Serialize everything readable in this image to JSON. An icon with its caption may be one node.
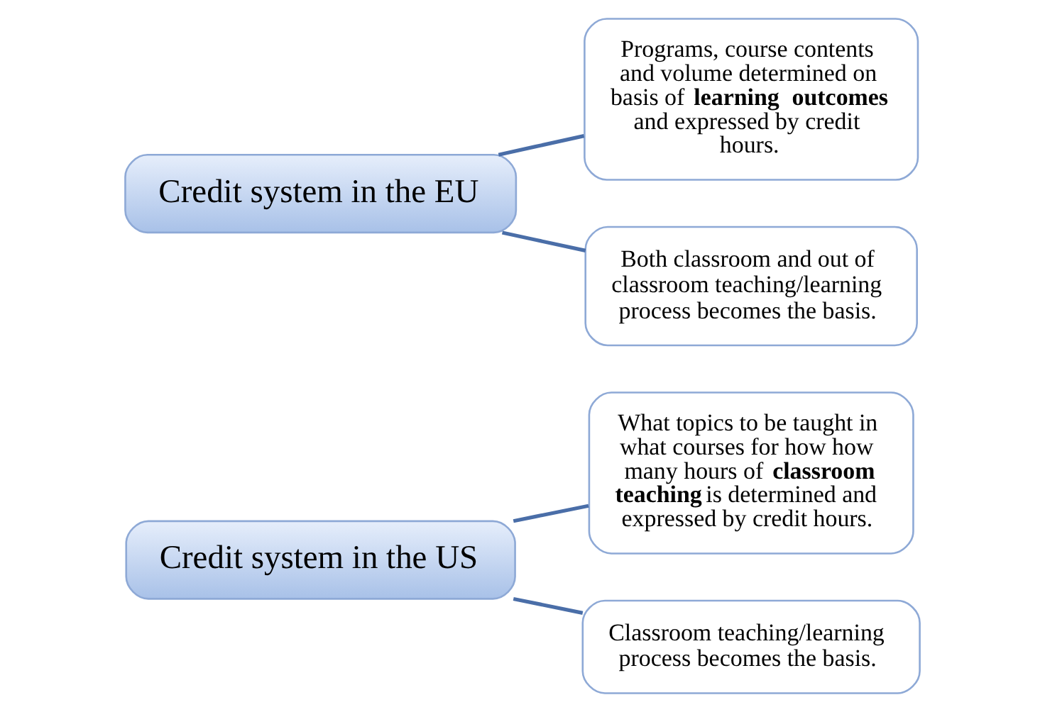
{
  "diagram": {
    "nodes": [
      {
        "text": [
          "Credit system in the US"
        ]
      },
      {
        "text": [
          "What topics to be taught in what courses for how how many hours of **classroom teaching** is determined and expressed by credit hours."
        ]
      },
      {
        "text": [
          "Classroom teaching/learning process becomes the basis."
        ]
      },
      {
        "text": [
          "Credit system in the EU"
        ]
      },
      {
        "text": [
          "Programs, course contents and volume determined on basis of **learning outcomes** and expressed by credit hours."
        ]
      },
      {
        "text": [
          "Both classroom and out of classroom teaching/learning process becomes the basis."
        ]
      }
    ],
    "edges": [
      {
        "from": 0,
        "to": 1,
        "arrow": "none"
      },
      {
        "from": 0,
        "to": 2,
        "arrow": "none"
      },
      {
        "from": 3,
        "to": 4,
        "arrow": "none"
      },
      {
        "from": 3,
        "to": 5,
        "arrow": "none"
      }
    ]
  }
}
